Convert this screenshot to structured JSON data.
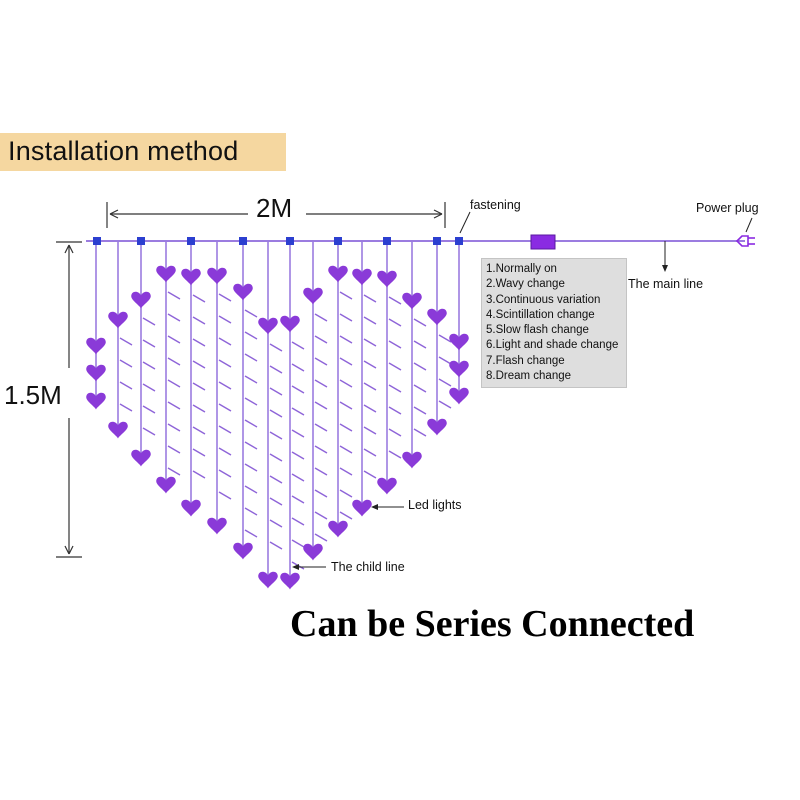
{
  "title": "Installation method",
  "width_label": "2M",
  "height_label": "1.5M",
  "fastening_label": "fastening",
  "power_plug_label": "Power plug",
  "main_line_label": "The main line",
  "led_lights_label": "Led lights",
  "child_line_label": "The child line",
  "modes": [
    "1.Normally on",
    "2.Wavy change",
    "3.Continuous variation",
    "4.Scintillation change",
    "5.Slow flash change",
    "6.Light and shade change",
    "7.Flash change",
    "8.Dream change"
  ],
  "footer": "Can be Series Connected",
  "colors": {
    "wire": "#9b7ce0",
    "heart": "#8a3ad8",
    "tick": "#8e64d8",
    "clip": "#2c3fd0",
    "controller": "#8a2be2",
    "title_bg": "#f5d7a0",
    "mode_bg": "#dedede"
  }
}
